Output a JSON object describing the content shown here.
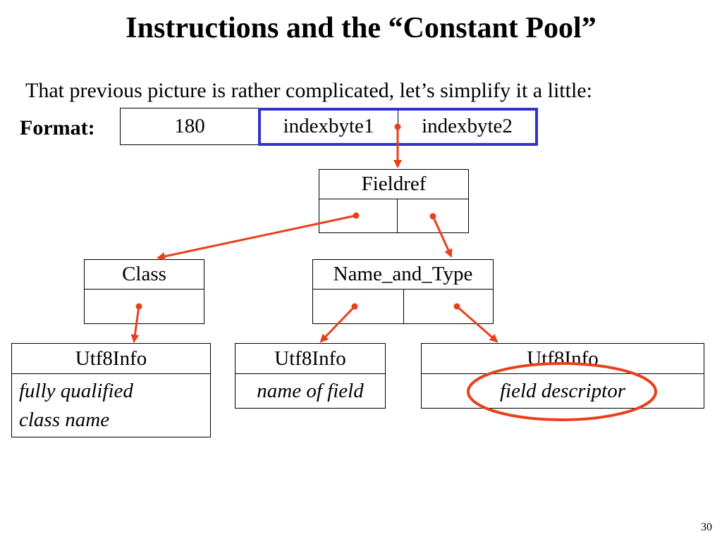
{
  "slide": {
    "title": "Instructions and the “Constant Pool”",
    "subtitle": "That previous picture is rather complicated, let’s simplify it a little:",
    "format_label": "Format:",
    "page_number": "30"
  },
  "format_row": {
    "cells": [
      "180",
      "indexbyte1",
      "indexbyte2"
    ]
  },
  "fieldref": {
    "title": "Fieldref"
  },
  "class_box": {
    "title": "Class"
  },
  "name_and_type": {
    "title": "Name_and_Type"
  },
  "utf8_boxes": [
    {
      "title": "Utf8Info",
      "lines": [
        "fully qualified",
        "class name"
      ]
    },
    {
      "title": "Utf8Info",
      "lines": [
        "name of field"
      ]
    },
    {
      "title": "Utf8Info",
      "lines": [
        "field descriptor"
      ]
    }
  ],
  "colors": {
    "arrow": "#E8401C",
    "highlight_box": "#3333CC",
    "highlight_ellipse": "#E8401C"
  }
}
